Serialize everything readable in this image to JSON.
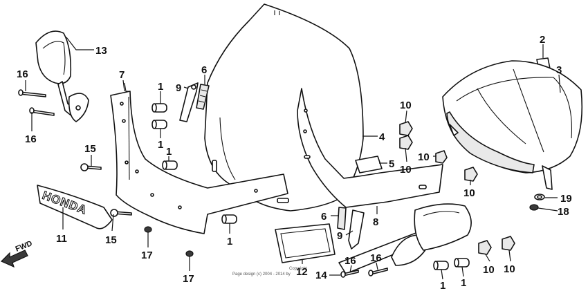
{
  "diagram": {
    "orientation_label": "FWD",
    "emblem_text": "HONDA",
    "copyright_lines": [
      "Copyright",
      "Page design (c) 2004 - 2014 by"
    ]
  },
  "callouts": [
    {
      "id": "c13",
      "text": "13"
    },
    {
      "id": "c16a",
      "text": "16"
    },
    {
      "id": "c16b",
      "text": "16"
    },
    {
      "id": "c15a",
      "text": "15"
    },
    {
      "id": "c11",
      "text": "11"
    },
    {
      "id": "c15b",
      "text": "15"
    },
    {
      "id": "c17a",
      "text": "17"
    },
    {
      "id": "c17b",
      "text": "17"
    },
    {
      "id": "c7",
      "text": "7"
    },
    {
      "id": "c1a",
      "text": "1"
    },
    {
      "id": "c1b",
      "text": "1"
    },
    {
      "id": "c1c",
      "text": "1"
    },
    {
      "id": "c1d",
      "text": "1"
    },
    {
      "id": "c9a",
      "text": "9"
    },
    {
      "id": "c6a",
      "text": "6"
    },
    {
      "id": "c4",
      "text": "4"
    },
    {
      "id": "c5",
      "text": "5"
    },
    {
      "id": "c6b",
      "text": "6"
    },
    {
      "id": "c9b",
      "text": "9"
    },
    {
      "id": "c8",
      "text": "8"
    },
    {
      "id": "c12",
      "text": "12"
    },
    {
      "id": "c14",
      "text": "14"
    },
    {
      "id": "c16c",
      "text": "16"
    },
    {
      "id": "c16d",
      "text": "16"
    },
    {
      "id": "c10a",
      "text": "10"
    },
    {
      "id": "c10b",
      "text": "10"
    },
    {
      "id": "c10c",
      "text": "10"
    },
    {
      "id": "c10d",
      "text": "10"
    },
    {
      "id": "c10e",
      "text": "10"
    },
    {
      "id": "c10f",
      "text": "10"
    },
    {
      "id": "c1e",
      "text": "1"
    },
    {
      "id": "c1f",
      "text": "1"
    },
    {
      "id": "c2",
      "text": "2"
    },
    {
      "id": "c3",
      "text": "3"
    },
    {
      "id": "c19",
      "text": "19"
    },
    {
      "id": "c18",
      "text": "18"
    }
  ]
}
